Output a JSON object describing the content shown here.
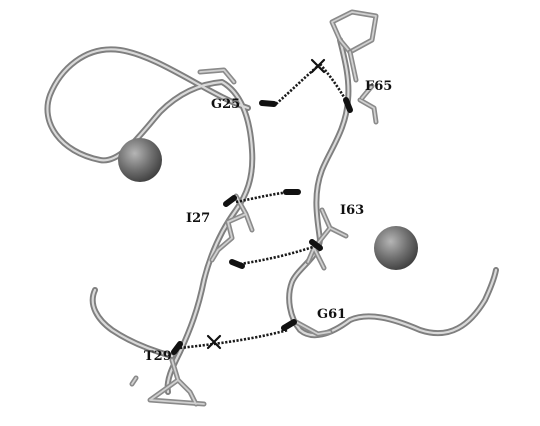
{
  "residue_labels": {
    "g25": "G25",
    "f65": "F65",
    "i27": "I27",
    "i63": "I63",
    "g61": "G61",
    "t29": "T29"
  },
  "colors": {
    "ribbon": "#7f7f7f",
    "highlight": "#d9d9d9",
    "hydrogen_bond": "#1a1a1a",
    "ion": "#6e6e6e"
  },
  "icons": {
    "ion": "sphere-icon",
    "unpaired_bond": "cross-icon"
  }
}
